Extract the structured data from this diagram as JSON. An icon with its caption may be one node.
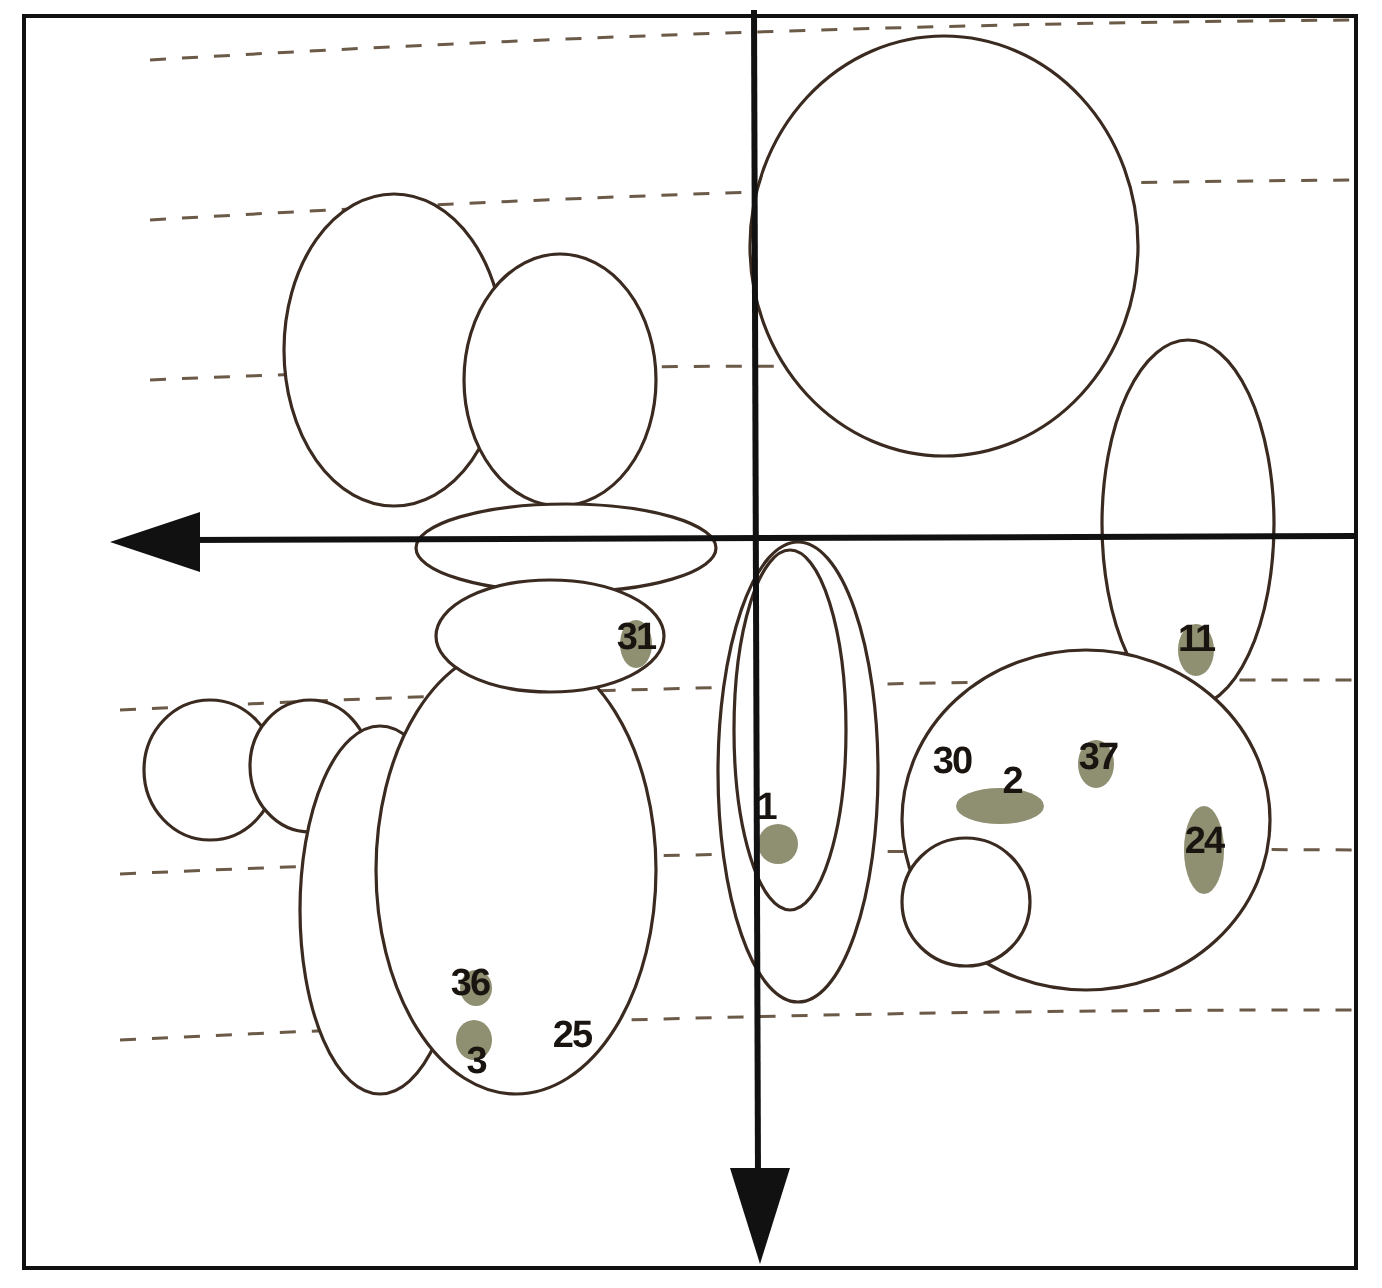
{
  "diagram": {
    "labels": [
      "31",
      "11",
      "30",
      "2",
      "37",
      "1",
      "24",
      "36",
      "3",
      "25"
    ]
  }
}
